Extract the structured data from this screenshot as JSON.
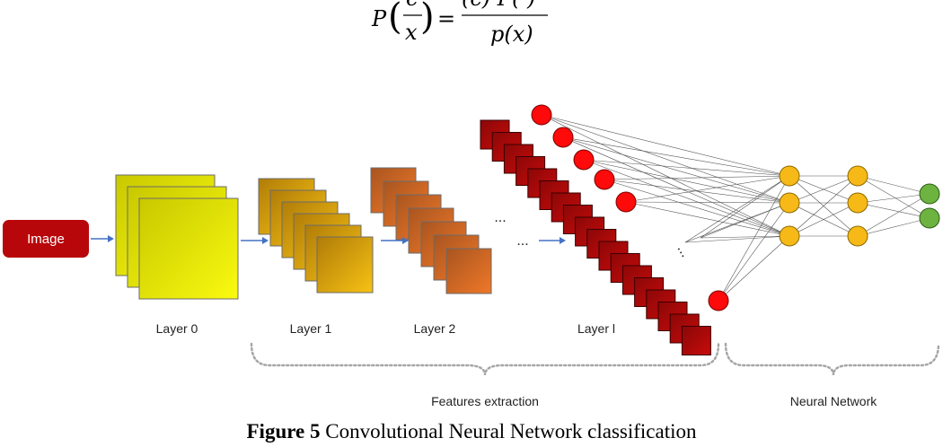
{
  "equation": {
    "lhs_fn": "P",
    "lhs_num": "c",
    "lhs_den": "x",
    "equals": "=",
    "rhs_num": "(c) P( )",
    "rhs_den": "p(x)"
  },
  "diagram": {
    "input_label": "Image",
    "layers": [
      {
        "label": "Layer 0",
        "maps": 3,
        "color_start": "#c8c800",
        "color_end": "#fafa10"
      },
      {
        "label": "Layer 1",
        "maps": 6,
        "color_start": "#b07c08",
        "color_end": "#f7c214"
      },
      {
        "label": "Layer 2",
        "maps": 7,
        "color_start": "#a85520",
        "color_end": "#f07828"
      },
      {
        "label": "Layer l",
        "maps": 18,
        "color_start": "#8a0808",
        "color_end": "#c80a0a"
      }
    ],
    "ellipsis": "...",
    "nn": {
      "red_nodes": 6,
      "hidden1_nodes": 3,
      "hidden2_nodes": 3,
      "output_nodes": 2,
      "red_color": "#ff0a0a",
      "hidden_color": "#f6b918",
      "output_color": "#6db33f"
    },
    "group_labels": {
      "features": "Features extraction",
      "neural": "Neural Network"
    },
    "colors": {
      "input_box": "#b8070a",
      "arrow": "#4472c4",
      "bracket": "#a6a6a6",
      "line": "#555555"
    }
  },
  "caption": {
    "bold": "Figure 5",
    "text": " Convolutional Neural Network classification"
  }
}
